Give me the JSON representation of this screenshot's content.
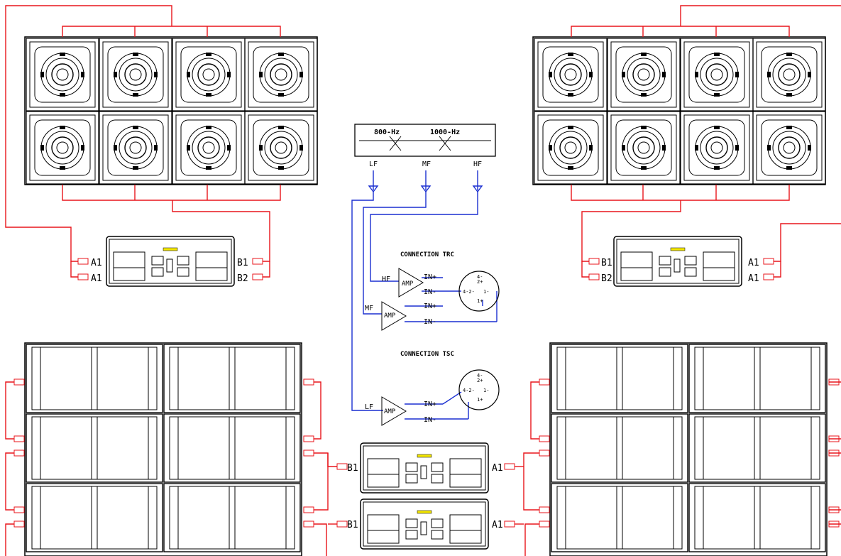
{
  "crossover": {
    "freq_low": "800-Hz",
    "freq_high": "1000-Hz",
    "bands": [
      "LF",
      "MF",
      "HF"
    ]
  },
  "connections": {
    "trc_title": "CONNECTION TRC",
    "tsc_title": "CONNECTION TSC",
    "amp_label": "AMP",
    "amp_hf": "HF",
    "amp_mf": "MF",
    "amp_lf": "LF",
    "in_plus": "IN+",
    "in_minus": "IN-",
    "pin_top_a": "4-",
    "pin_top_b": "2+",
    "pin_left": "4-2-",
    "pin_right": "1-",
    "pin_bottom": "1+"
  },
  "ports": {
    "a1": "A1",
    "b1": "B1",
    "b2": "B2"
  },
  "colors": {
    "speaker_wire": "#e8151b",
    "signal_wire": "#1a2fd0",
    "outline": "#000000",
    "indicator": "#f2e600"
  },
  "icons": {
    "driver": "speaker-driver-icon",
    "amp": "amplifier-triangle-icon",
    "connector": "speakon-connector-icon"
  }
}
